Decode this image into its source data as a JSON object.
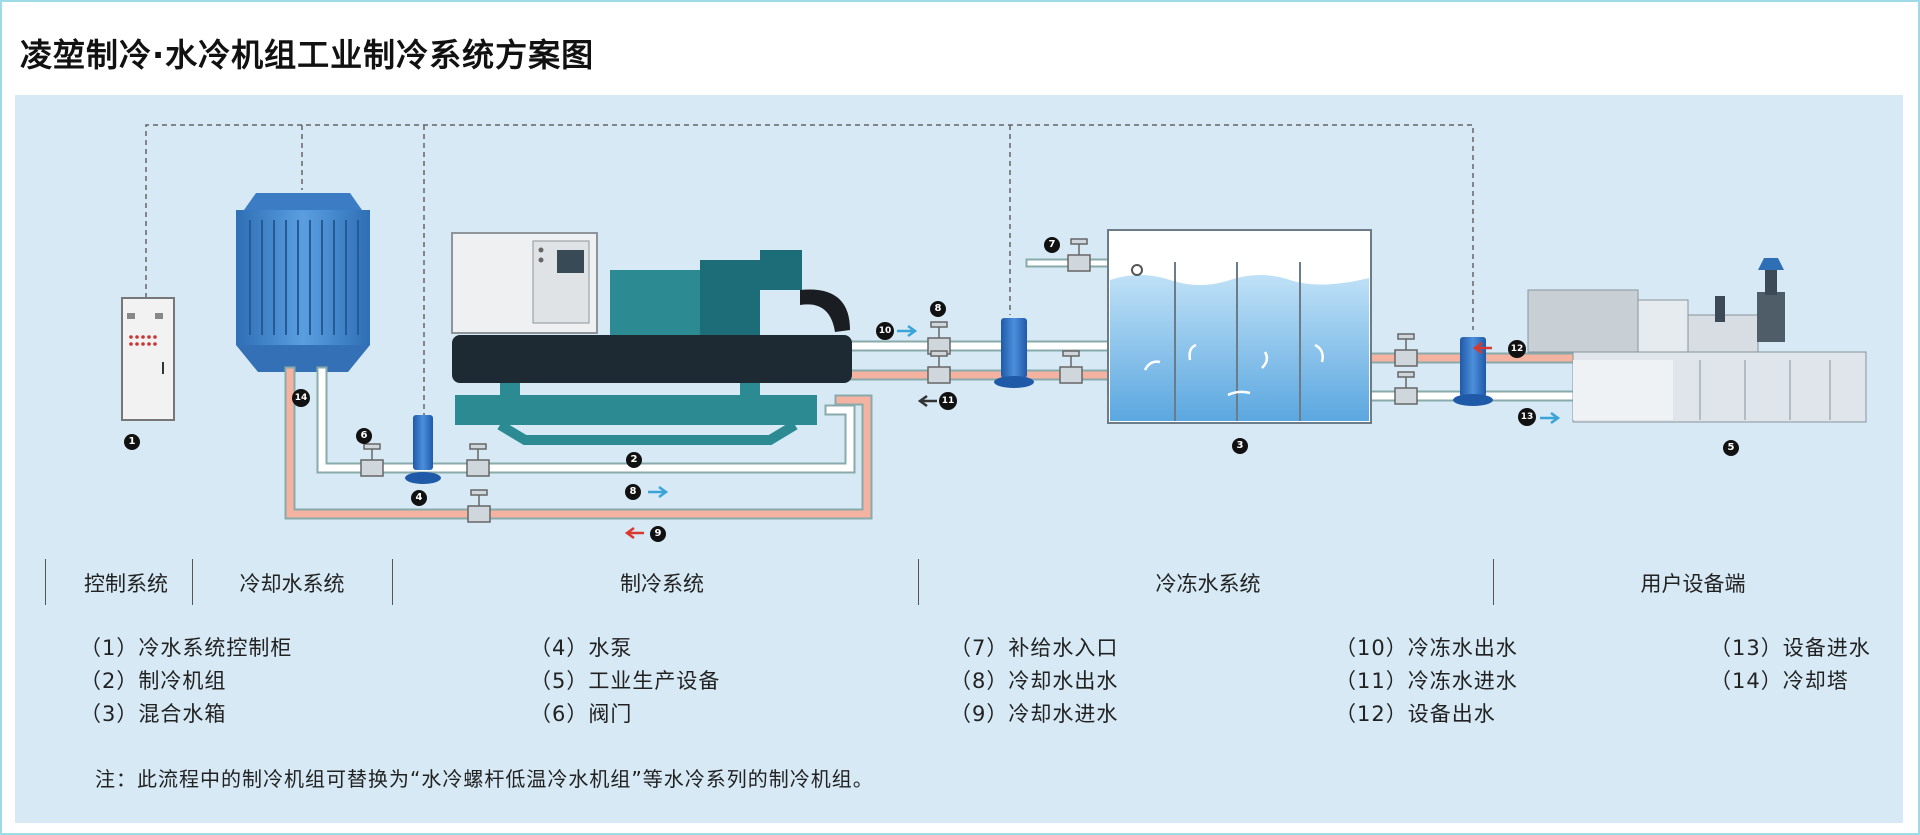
{
  "title": "凌堃制冷·水冷机组工业制冷系统方案图",
  "diagram_markers": {
    "m1": "1",
    "m2": "2",
    "m3": "3",
    "m4": "4",
    "m5": "5",
    "m6": "6",
    "m7": "7",
    "m8a": "8",
    "m8b": "8",
    "m9": "9",
    "m10": "10",
    "m11": "11",
    "m12": "12",
    "m13": "13",
    "m14": "14"
  },
  "sections": {
    "s1": "控制系统",
    "s2": "冷却水系统",
    "s3": "制冷系统",
    "s4": "冷冻水系统",
    "s5": "用户设备端"
  },
  "legend": {
    "col1": [
      "（1）冷水系统控制柜",
      "（2）制冷机组",
      "（3）混合水箱"
    ],
    "col2": [
      "（4）水泵",
      "（5）工业生产设备",
      "（6）阀门"
    ],
    "col3": [
      "（7）补给水入口",
      "（8）冷却水出水",
      "（9）冷却水进水"
    ],
    "col4": [
      "（10）冷冻水出水",
      "（11）冷冻水进水",
      "（12）设备出水"
    ],
    "col5": [
      "（13）设备进水",
      "（14）冷却塔"
    ]
  },
  "note": "注：此流程中的制冷机组可替换为“水冷螺杆低温冷水机组”等水冷系列的制冷机组。",
  "colors": {
    "panel_bg": "#d6e9f5",
    "pipe_cold": "#ffffff",
    "pipe_hot": "#f3b3a0",
    "arrow_blue": "#3aa3d8",
    "arrow_red": "#d9382f",
    "equipment_blue": "#2f6fb5",
    "chiller_dark": "#1e2a33"
  }
}
